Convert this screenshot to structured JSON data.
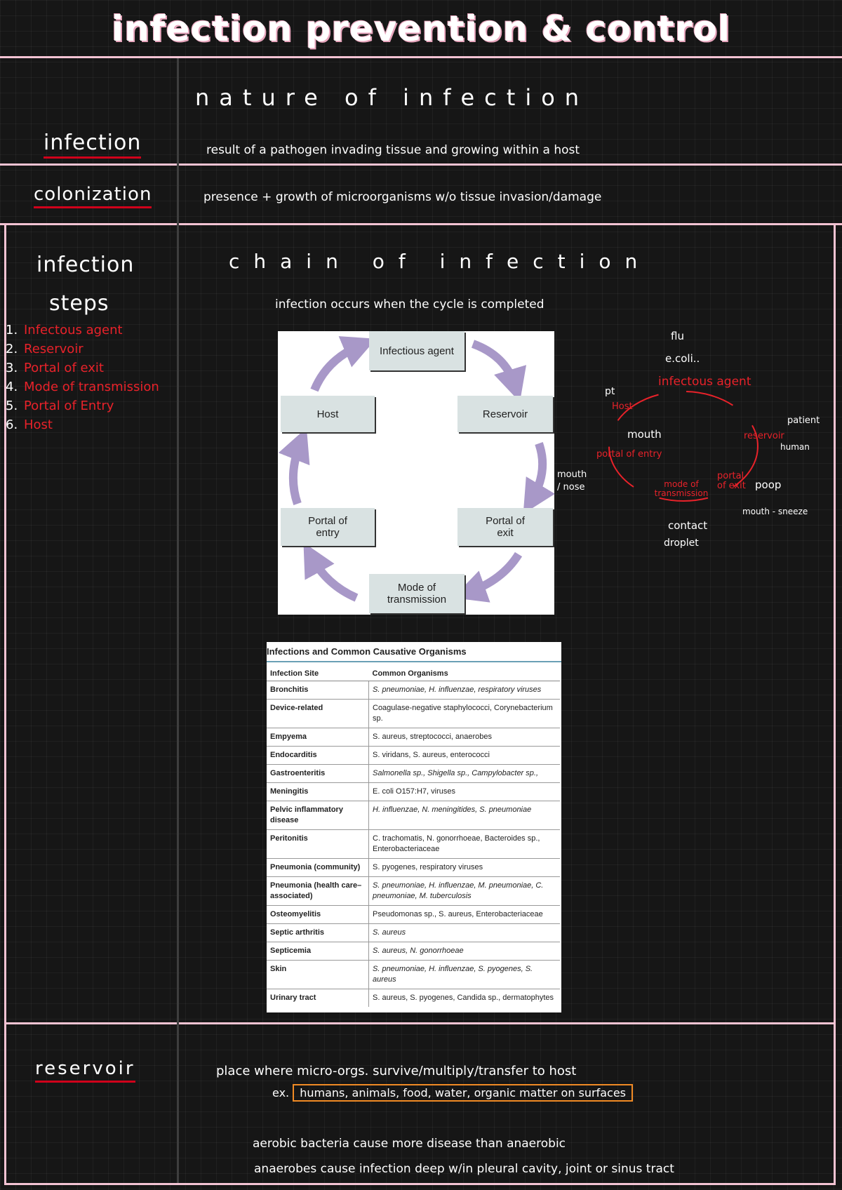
{
  "title": "infection prevention & control",
  "nature_heading": "nature of infection",
  "infection": {
    "label": "infection",
    "definition": "result of a pathogen invading tissue and growing within a host"
  },
  "colonization": {
    "label": "colonization",
    "definition": "presence + growth of microorganisms w/o tissue invasion/damage"
  },
  "steps_section": {
    "label_line1": "infection",
    "label_line2": "steps",
    "items": [
      {
        "num": "1.",
        "text": "Infectous agent"
      },
      {
        "num": "2.",
        "text": "Reservoir"
      },
      {
        "num": "3.",
        "text": "Portal of exit"
      },
      {
        "num": "4.",
        "text": "Mode of transmission"
      },
      {
        "num": "5.",
        "text": "Portal of Entry"
      },
      {
        "num": "6.",
        "text": "Host"
      }
    ]
  },
  "chain": {
    "heading": "chain of infection",
    "subheading": "infection occurs when the cycle is completed",
    "boxes": {
      "agent": "Infectious agent",
      "reservoir": "Reservoir",
      "exit": "Portal of exit",
      "mode": "Mode of transmission",
      "entry": "Portal of entry",
      "host": "Host"
    },
    "side_note": "mouth / nose"
  },
  "handwritten_cycle": {
    "flu": "flu",
    "ecoli": "e.coli..",
    "agent": "infectous agent",
    "pt": "pt",
    "host": "Host",
    "mouth": "mouth",
    "entry": "portal of entry",
    "reservoir": "reservoir",
    "patient": "patient",
    "human": "human",
    "exit": "portal of exit",
    "poop": "poop",
    "mode": "mode of transmission",
    "mouth_sneeze": "mouth - sneeze",
    "contact": "contact",
    "droplet": "droplet"
  },
  "table": {
    "title": "Infections and Common Causative Organisms",
    "headers": [
      "Infection Site",
      "Common Organisms"
    ],
    "rows": [
      {
        "site": "Bronchitis",
        "org": "S. pneumoniae, H. influenzae, respiratory viruses"
      },
      {
        "site": "Device-related",
        "org": "Coagulase-negative staphylococci, Corynebacterium sp."
      },
      {
        "site": "Empyema",
        "org": "S. aureus, streptococci, anaerobes"
      },
      {
        "site": "Endocarditis",
        "org": "S. viridans, S. aureus, enterococci"
      },
      {
        "site": "Gastroenteritis",
        "org": "Salmonella sp., Shigella sp., Campylobacter sp.,"
      },
      {
        "site": "Meningitis",
        "org": "E. coli O157:H7, viruses"
      },
      {
        "site": "Pelvic inflammatory disease",
        "org": "H. influenzae, N. meningitides, S. pneumoniae"
      },
      {
        "site": "Peritonitis",
        "org": "C. trachomatis, N. gonorrhoeae, Bacteroides sp., Enterobacteriaceae"
      },
      {
        "site": "Pneumonia (community)",
        "org": "S. pyogenes, respiratory viruses"
      },
      {
        "site": "Pneumonia (health care–associated)",
        "org": "S. pneumoniae, H. influenzae, M. pneumoniae, C. pneumoniae, M. tuberculosis"
      },
      {
        "site": "Osteomyelitis",
        "org": "Pseudomonas sp., S. aureus, Enterobacteriaceae"
      },
      {
        "site": "Septic arthritis",
        "org": "S. aureus"
      },
      {
        "site": "Septicemia",
        "org": "S. aureus, N. gonorrhoeae"
      },
      {
        "site": "Skin",
        "org": "S. pneumoniae, H. influenzae, S. pyogenes, S. aureus"
      },
      {
        "site": "Urinary tract",
        "org": "S. aureus, S. pyogenes, Candida sp., dermatophytes"
      }
    ]
  },
  "reservoir": {
    "label": "reservoir",
    "definition": "place where micro-orgs. survive/multiply/transfer to host",
    "ex_prefix": "ex.",
    "examples": "humans, animals, food, water, organic matter on surfaces",
    "note1": "aerobic bacteria cause more disease than anaerobic",
    "note2": "anaerobes cause infection deep w/in pleural cavity, joint or sinus tract"
  }
}
